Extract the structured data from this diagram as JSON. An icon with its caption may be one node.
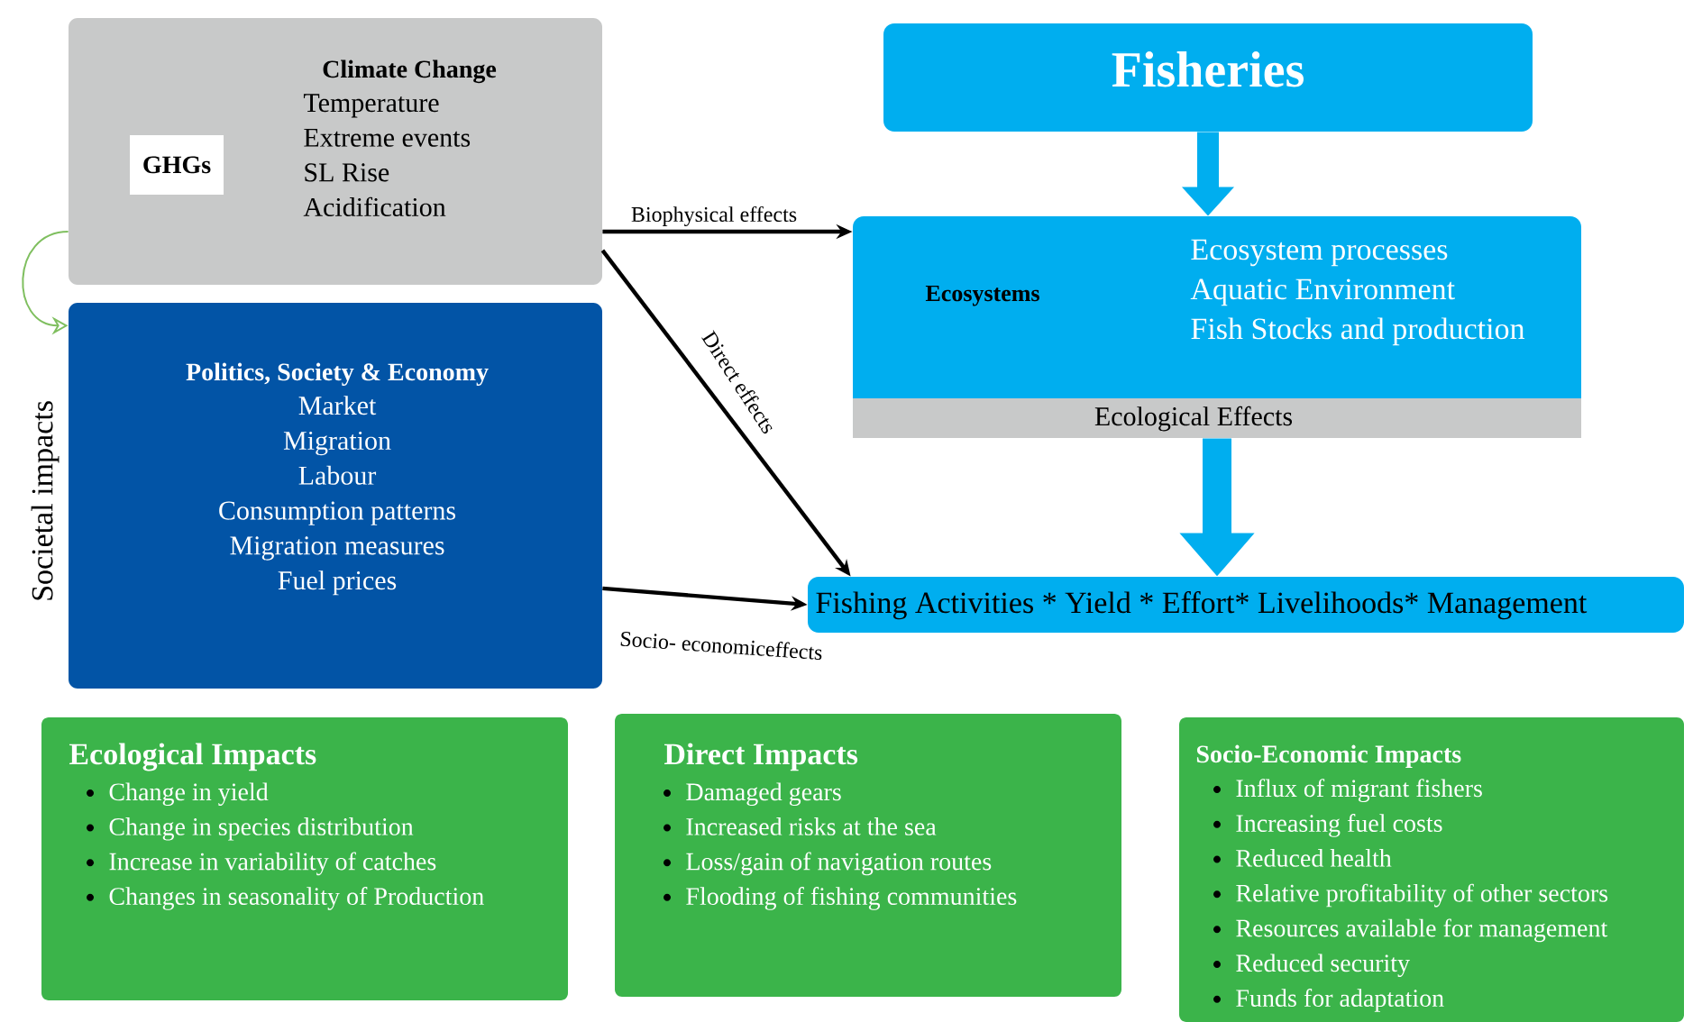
{
  "diagram": {
    "nodes": [
      {
        "text": [
          "Climate Change",
          "Temperature",
          "Extreme events",
          "SL Rise",
          "Acidification"
        ]
      },
      {
        "text": [
          "GHGs"
        ],
        "in": 0
      },
      {
        "text": [
          "Politics, Society & Economy",
          "Market",
          "Migration",
          "Labour",
          "Consumption patterns",
          "Migration measures",
          "Fuel prices"
        ],
        "beside": [
          "Societal impacts"
        ]
      },
      {
        "text": [
          "Fisheries"
        ]
      },
      {
        "text": [
          "Ecosystems",
          "Ecosystem processes",
          "Aquatic Environment",
          "Fish Stocks and production"
        ]
      },
      {
        "text": [
          "Ecological Effects"
        ],
        "in": 4
      },
      {
        "text": [
          "Fishing Activities * Yield * Effort* Livelihoods* Management"
        ]
      },
      {
        "text": [
          "Ecological Impacts",
          "Change in yield",
          "Change in species distribution",
          "Increase in variability of catches",
          "Changes in seasonality of Production"
        ]
      },
      {
        "text": [
          "Direct Impacts",
          "Damaged gears",
          "Increased risks at the sea",
          "Loss/gain of navigation routes",
          "Flooding of fishing communities"
        ]
      },
      {
        "text": [
          "Socio-Economic Impacts",
          "Influx of migrant fishers",
          "Increasing fuel costs",
          "Reduced health",
          "Relative profitability of other sectors",
          "Resources available for management",
          "Reduced security",
          "Funds for adaptation"
        ]
      }
    ],
    "edges": [
      {
        "from": 0,
        "to": 2,
        "arrow": "to",
        "color": "#7fbf5f"
      },
      {
        "from": 0,
        "to": 4,
        "arrow": "to",
        "label": "Biophysical effects"
      },
      {
        "from": 0,
        "to": 6,
        "arrow": "to",
        "label": "Direct effects"
      },
      {
        "from": 2,
        "to": 6,
        "arrow": "to",
        "label": "Socio- economiceffects"
      },
      {
        "from": 3,
        "to": 4,
        "arrow": "to",
        "style": "thick",
        "color": "#00aeef"
      },
      {
        "from": 4,
        "to": 6,
        "arrow": "to",
        "style": "thick",
        "color": "#00aeef"
      }
    ]
  }
}
